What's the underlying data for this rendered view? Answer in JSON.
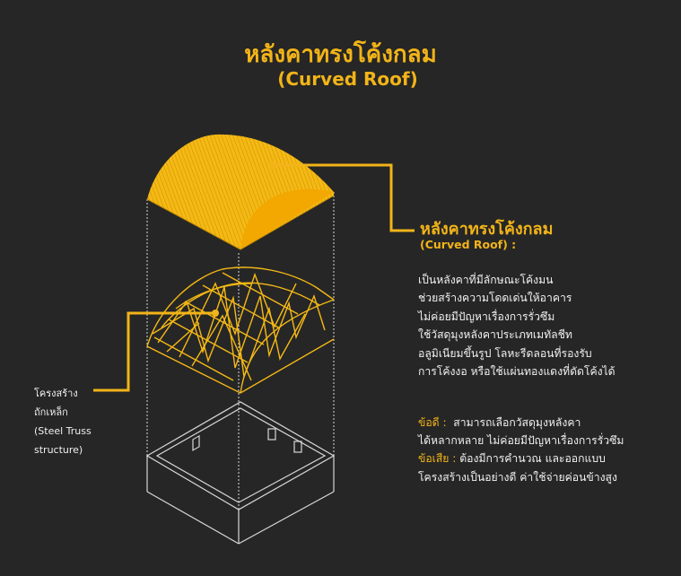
{
  "title": {
    "thai": "หลังคาทรงโค้งกลม",
    "english": "(Curved Roof)"
  },
  "callout": {
    "heading_thai": "หลังคาทรงโค้งกลม",
    "heading_english": "(Curved Roof) :",
    "description_lines": [
      "เป็นหลังคาที่มีลักษณะโค้งมน",
      "ช่วยสร้างความโดดเด่นให้อาคาร",
      "ไม่ค่อยมีปัญหาเรื่องการรั่วซึม",
      "ใช้วัสดุมุงหลังคาประเภทเมทัลชีท",
      "อลูมิเนียมขึ้นรูป โลหะรีดลอนที่รองรับ",
      "การโค้งงอ หรือใช้แผ่นทองแดงที่ดัดโค้งได้"
    ],
    "pros_label": "ข้อดี :",
    "pros_lines": [
      "สามารถเลือกวัสดุมุงหลังคา",
      "ได้หลากหลาย ไม่ค่อยมีปัญหาเรื่องการรั่วซึม"
    ],
    "cons_label": "ข้อเสีย :",
    "cons_lines": [
      "ต้องมีการคำนวณ และออกแบบ",
      "โครงสร้างเป็นอย่างดี ค่าใช้จ่ายค่อนข้างสูง"
    ]
  },
  "truss_label": {
    "lines": [
      "โครงสร้าง",
      "ถักเหล็ก",
      "(Steel Truss",
      "structure)"
    ]
  },
  "colors": {
    "background": "#262626",
    "accent": "#f2b418",
    "roof": "#f5b915",
    "text": "#f0f0f0",
    "wire": "#d8d8d8"
  }
}
